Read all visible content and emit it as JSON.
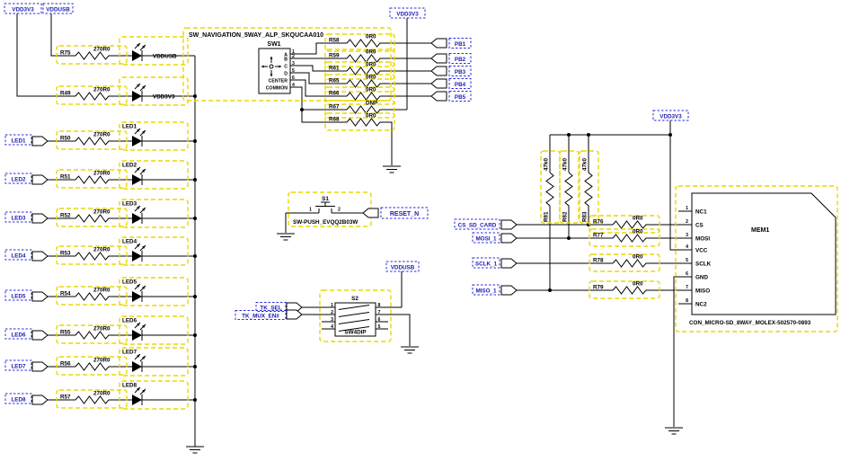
{
  "colors": {
    "highlight_box": "#e9d800",
    "net_label": "#1c1cb4",
    "net_box": "#2a2ae0",
    "wire": "#000000",
    "background": "#ffffff"
  },
  "labels": {
    "vdd3v3": "VDD3V3",
    "vddusb": "VDDUSB"
  },
  "left": {
    "power_rows": [
      {
        "ref": "R75",
        "value": "270R0",
        "led": "VDDUSB"
      },
      {
        "ref": "R49",
        "value": "270R0",
        "led": "VDD3V3"
      }
    ],
    "rows": [
      {
        "port": "LED1",
        "ref": "R50",
        "value": "270R0",
        "led": "LED1"
      },
      {
        "port": "LED2",
        "ref": "R51",
        "value": "270R0",
        "led": "LED2"
      },
      {
        "port": "LED3",
        "ref": "R52",
        "value": "270R0",
        "led": "LED3"
      },
      {
        "port": "LED4",
        "ref": "R53",
        "value": "270R0",
        "led": "LED4"
      },
      {
        "port": "LED5",
        "ref": "R54",
        "value": "270R0",
        "led": "LED5"
      },
      {
        "port": "LED6",
        "ref": "R55",
        "value": "270R0",
        "led": "LED6"
      },
      {
        "port": "LED7",
        "ref": "R56",
        "value": "270R0",
        "led": "LED7"
      },
      {
        "port": "LED8",
        "ref": "R57",
        "value": "270R0",
        "led": "LED8"
      }
    ]
  },
  "nav": {
    "title": "SW_NAVIGATION_5WAY_ALP_SKQUCAA010",
    "ref": "SW1",
    "power": "VDD3V3",
    "pin_names": [
      "A",
      "B",
      "C",
      "D",
      "CENTER",
      "COMMON"
    ],
    "pin_nums": [
      "1",
      "2",
      "3",
      "5",
      "6",
      "4"
    ],
    "rows": [
      {
        "ref": "R58",
        "value": "0R0",
        "port": "PB1"
      },
      {
        "ref": "R59",
        "value": "0R0",
        "port": "PB2"
      },
      {
        "ref": "R61",
        "value": "0R0",
        "port": "PB3"
      },
      {
        "ref": "R65",
        "value": "0R0",
        "port": "PB4"
      },
      {
        "ref": "R66",
        "value": "0R0",
        "port": "PB5"
      },
      {
        "ref": "R67",
        "value": "DNP"
      },
      {
        "ref": "R68",
        "value": "0R0"
      }
    ]
  },
  "push": {
    "ref": "S1",
    "part": "SW-PUSH_EVQQ2B03W",
    "pins": [
      "1",
      "2"
    ],
    "port": "RESET_N"
  },
  "dip": {
    "ref": "S2",
    "part": "SW4DIP",
    "power": "VDDUSB",
    "ports": [
      "TK_SEL",
      "TK_MUX_EN#"
    ],
    "left_pins": [
      "1",
      "2",
      "3",
      "4"
    ],
    "right_pins": [
      "8",
      "7",
      "6",
      "5"
    ]
  },
  "sd": {
    "ref": "MEM1",
    "part": "CON_MICRO-SD_8WAY_MOLEX-502570-0893",
    "power": "VDD3V3",
    "pullups": [
      {
        "ref": "R81",
        "value": "47k0"
      },
      {
        "ref": "R82",
        "value": "47k0"
      },
      {
        "ref": "R83",
        "value": "47k0"
      }
    ],
    "rows": [
      {
        "ref": "R76",
        "value": "0R0",
        "port": "CS_SD_CARD"
      },
      {
        "ref": "R77",
        "value": "0R0",
        "port": "MOSI_1"
      },
      {
        "ref": "R78",
        "value": "0R0",
        "port": "SCLK_1"
      },
      {
        "ref": "R79",
        "value": "0R0",
        "port": "MISO_1"
      }
    ],
    "pins": [
      {
        "num": "1",
        "name": "NC1"
      },
      {
        "num": "2",
        "name": "CS"
      },
      {
        "num": "3",
        "name": "MOSI"
      },
      {
        "num": "4",
        "name": "VCC"
      },
      {
        "num": "5",
        "name": "SCLK"
      },
      {
        "num": "6",
        "name": "GND"
      },
      {
        "num": "7",
        "name": "MISO"
      },
      {
        "num": "8",
        "name": "NC2"
      }
    ]
  }
}
